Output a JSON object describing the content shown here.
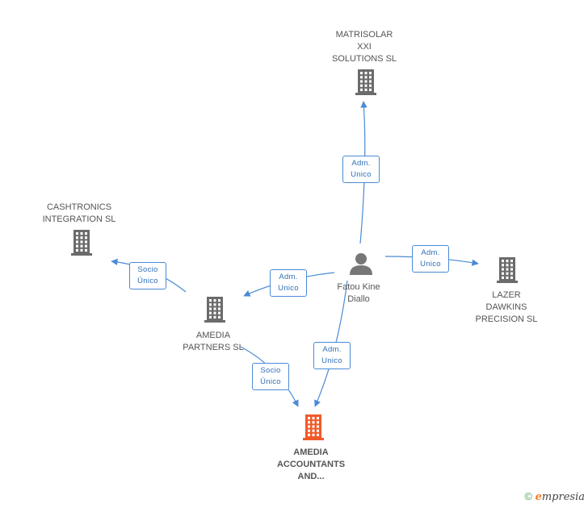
{
  "colors": {
    "edge": "#4a8ad6",
    "building": "#6b6b6b",
    "focus": "#f05a28",
    "person": "#777777"
  },
  "nodes": [
    {
      "id": "matrisolar",
      "type": "company",
      "label": "MATRISOLAR\nXXI\nSOLUTIONS SL",
      "focus": false
    },
    {
      "id": "cashtronics",
      "type": "company",
      "label": "CASHTRONICS\nINTEGRATION SL",
      "focus": false
    },
    {
      "id": "fatou",
      "type": "person",
      "label": "Fatou Kine\nDiallo",
      "focus": false
    },
    {
      "id": "lazer",
      "type": "company",
      "label": "LAZER\nDAWKINS\nPRECISION SL",
      "focus": false
    },
    {
      "id": "amedia_partners",
      "type": "company",
      "label": "AMEDIA\nPARTNERS SL",
      "focus": false
    },
    {
      "id": "amedia_accountants",
      "type": "company",
      "label": "AMEDIA\nACCOUNTANTS\nAND...",
      "focus": true
    }
  ],
  "edges": [
    {
      "from": "fatou",
      "to": "matrisolar",
      "label": "Adm.\nUnico"
    },
    {
      "from": "fatou",
      "to": "lazer",
      "label": "Adm.\nUnico"
    },
    {
      "from": "fatou",
      "to": "amedia_partners",
      "label": "Adm.\nUnico"
    },
    {
      "from": "fatou",
      "to": "amedia_accountants",
      "label": "Adm.\nUnico"
    },
    {
      "from": "amedia_partners",
      "to": "cashtronics",
      "label": "Socio\nÚnico"
    },
    {
      "from": "amedia_partners",
      "to": "amedia_accountants",
      "label": "Socio\nÚnico"
    }
  ],
  "credit": {
    "symbol": "©",
    "brand_initial": "e",
    "brand_rest": "mpresia"
  }
}
